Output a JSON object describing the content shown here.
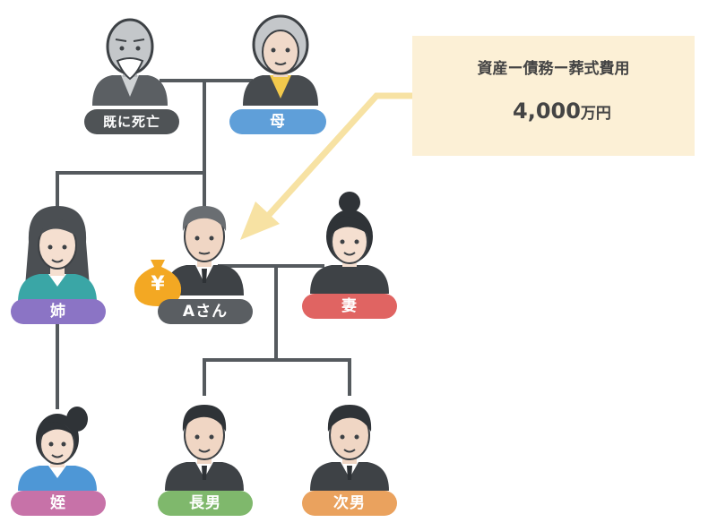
{
  "colors": {
    "line": "#555a5e",
    "deceased": "#4f5356",
    "mother": "#5f9fd9",
    "sister": "#8b74c5",
    "person_a": "#5a5e62",
    "wife": "#e06462",
    "niece": "#c772a8",
    "eldest_son": "#7fb86c",
    "second_son": "#eaa25e",
    "money_bag": "#f3a823",
    "info_bg": "#fcf0d6",
    "arrow": "#f7e2a3"
  },
  "labels": {
    "grandfather": "既に死亡",
    "mother": "母",
    "sister": "姉",
    "person_a": "Aさん",
    "wife": "妻",
    "niece": "姪",
    "eldest_son": "長男",
    "second_son": "次男"
  },
  "info": {
    "title": "資産ー債務ー葬式費用",
    "amount": "4,000",
    "unit": "万円"
  },
  "icons": {
    "money_bag": "money-bag-icon",
    "yen_symbol": "¥"
  }
}
